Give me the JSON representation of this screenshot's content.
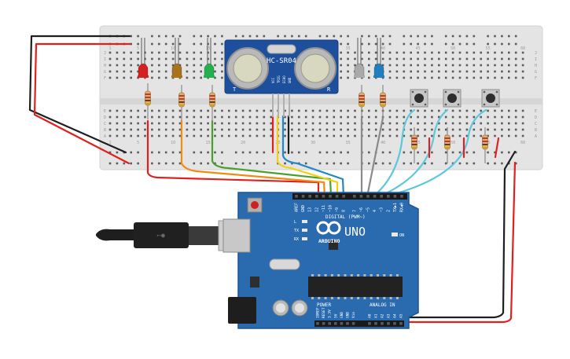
{
  "sensor": {
    "model": "HC-SR04",
    "pins": [
      "VCC",
      "TRIG",
      "ECHO",
      "GND"
    ],
    "side_left": "T",
    "side_right": "R"
  },
  "arduino": {
    "brand": "ARDUINO",
    "model": "UNO",
    "digital_header": "DIGITAL (PWM~)",
    "analog_header": "ANALOG IN",
    "power_header": "POWER",
    "on_label": "ON",
    "leds": [
      "L",
      "TX",
      "RX"
    ],
    "digital_pins": [
      "AREF",
      "GND",
      "13",
      "12",
      "~11",
      "~10",
      "~9",
      "8",
      "7",
      "~6",
      "~5",
      "4",
      "~3",
      "2",
      "TX▶1",
      "RX◀0"
    ],
    "power_pins": [
      "IOREF",
      "RESET",
      "3.3V",
      "5V",
      "GND",
      "GND",
      "Vin"
    ],
    "analog_pins": [
      "A0",
      "A1",
      "A2",
      "A3",
      "A4",
      "A5"
    ]
  },
  "breadboard": {
    "row_labels": [
      "A",
      "B",
      "C",
      "D",
      "E",
      "F",
      "G",
      "H",
      "I",
      "J"
    ],
    "column_numbers": [
      "1",
      "5",
      "10",
      "15",
      "20",
      "25",
      "30",
      "35",
      "40",
      "45",
      "50",
      "55",
      "60"
    ]
  },
  "led_colors": {
    "red": "#d42020",
    "yellow": "#a8741a",
    "green": "#22b14c",
    "white": "#a9a9a9",
    "blue": "#1f7fbf"
  },
  "wire_colors": {
    "red": "#e0201e",
    "black": "#1e1e1e",
    "green": "#4aa02c",
    "orange": "#f08c14",
    "yellow": "#f0d010",
    "blue": "#1e88c8",
    "gray": "#8a8a8a",
    "cyan": "#5cc8dc"
  }
}
